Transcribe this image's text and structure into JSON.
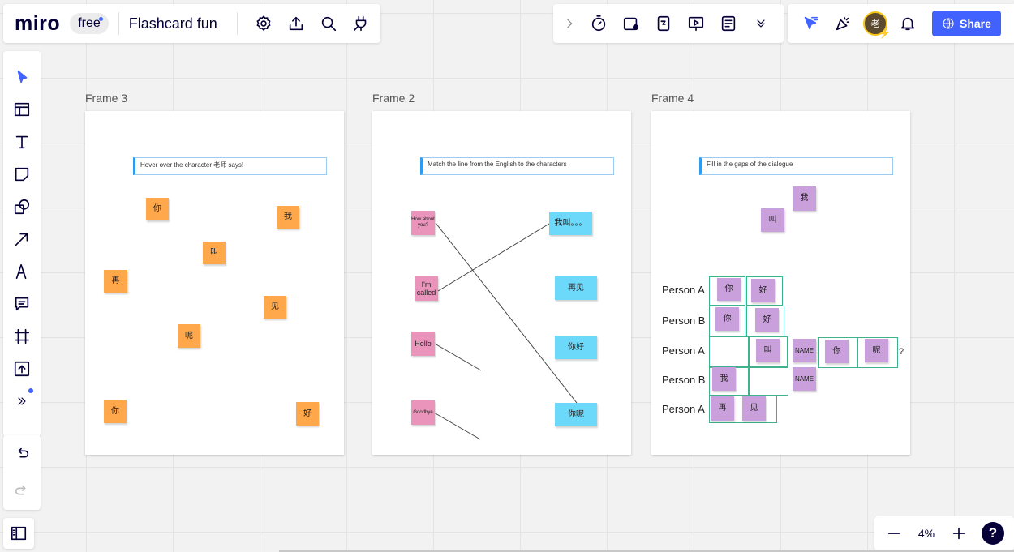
{
  "app": {
    "logo": "miro",
    "plan": "free",
    "board_name": "Flashcard fun"
  },
  "top_left_icons": [
    "gear-icon",
    "upload-icon",
    "search-icon",
    "plug-icon"
  ],
  "top_mid_icons": [
    "chevron-right-icon",
    "timer-icon",
    "card-icon",
    "voting-icon",
    "presentation-icon",
    "notes-icon",
    "more-chevron-icon"
  ],
  "top_right": {
    "avatar_initial": "老",
    "share_label": "Share"
  },
  "left_tools": [
    "select-icon",
    "templates-icon",
    "text-icon",
    "sticky-note-icon",
    "shapes-icon",
    "arrow-icon",
    "pen-icon",
    "comment-icon",
    "frame-icon",
    "upload-icon",
    "more-tools-icon"
  ],
  "zoom": {
    "level": "4%"
  },
  "frames": [
    {
      "title": "Frame 3",
      "instruction": "Hover over the character 老师 says!",
      "notes": [
        "你",
        "我",
        "叫",
        "再",
        "见",
        "呢",
        "你",
        "好"
      ]
    },
    {
      "title": "Frame 2",
      "instruction": "Match the line from the English to the characters",
      "english": [
        "How about you?",
        "I'm called",
        "Hello",
        "Goodbye"
      ],
      "chinese": [
        "我叫。。。",
        "再见",
        "你好",
        "你呢"
      ]
    },
    {
      "title": "Frame 4",
      "instruction": "Fill in the gaps of the dialogue",
      "spare": [
        "我",
        "叫"
      ],
      "rows": [
        {
          "speaker": "Person A",
          "cards": [
            "你",
            "好"
          ]
        },
        {
          "speaker": "Person B",
          "cards": [
            "你",
            "好"
          ]
        },
        {
          "speaker": "Person A",
          "cards": [
            "叫",
            "NAME",
            "你",
            "呢"
          ],
          "end": "?"
        },
        {
          "speaker": "Person B",
          "cards": [
            "我",
            "NAME"
          ]
        },
        {
          "speaker": "Person A",
          "cards": [
            "再",
            "见"
          ]
        }
      ]
    }
  ],
  "colors": {
    "accent": "#4262ff",
    "orange_note": "#ffa74b",
    "pink_note": "#ea94bb",
    "blue_note": "#6cd8fa",
    "purple_note": "#c9a0dc",
    "slot_border": "#3fb28c"
  }
}
